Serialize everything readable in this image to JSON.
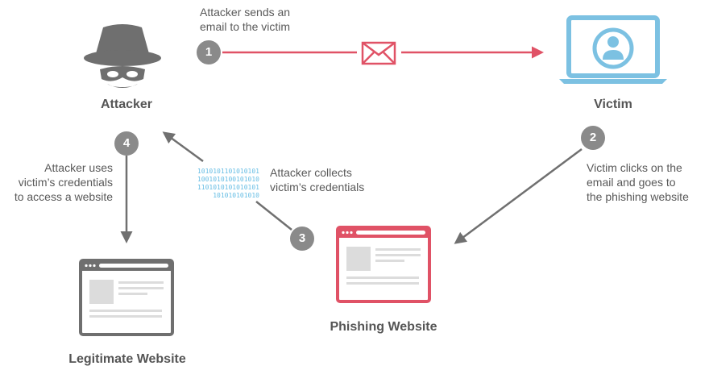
{
  "nodes": {
    "attacker": "Attacker",
    "victim": "Victim",
    "phishing": "Phishing Website",
    "legit": "Legitimate Website"
  },
  "steps": [
    {
      "number": "1",
      "lines": [
        "Attacker sends an",
        "email to the victim"
      ]
    },
    {
      "number": "2",
      "lines": [
        "Victim clicks on the",
        "email and goes to",
        "the phishing website"
      ]
    },
    {
      "number": "3",
      "lines": [
        "Attacker collects",
        "victim’s credentials"
      ]
    },
    {
      "number": "4",
      "lines": [
        "Attacker uses",
        "victim’s credentials",
        "to access a website"
      ]
    }
  ],
  "binary": [
    "1010101101010101",
    "1001010100101010",
    "1101010101010101",
    "101010101010"
  ],
  "icons": {
    "attacker": "spy-hat-icon",
    "victim": "laptop-user-icon",
    "email": "envelope-icon",
    "phishing": "browser-window-icon",
    "legit": "browser-window-icon"
  },
  "colors": {
    "accent": "#e05266",
    "victim_blue": "#7cc1e2",
    "gray": "#707070",
    "badge": "#8a8a8a"
  }
}
